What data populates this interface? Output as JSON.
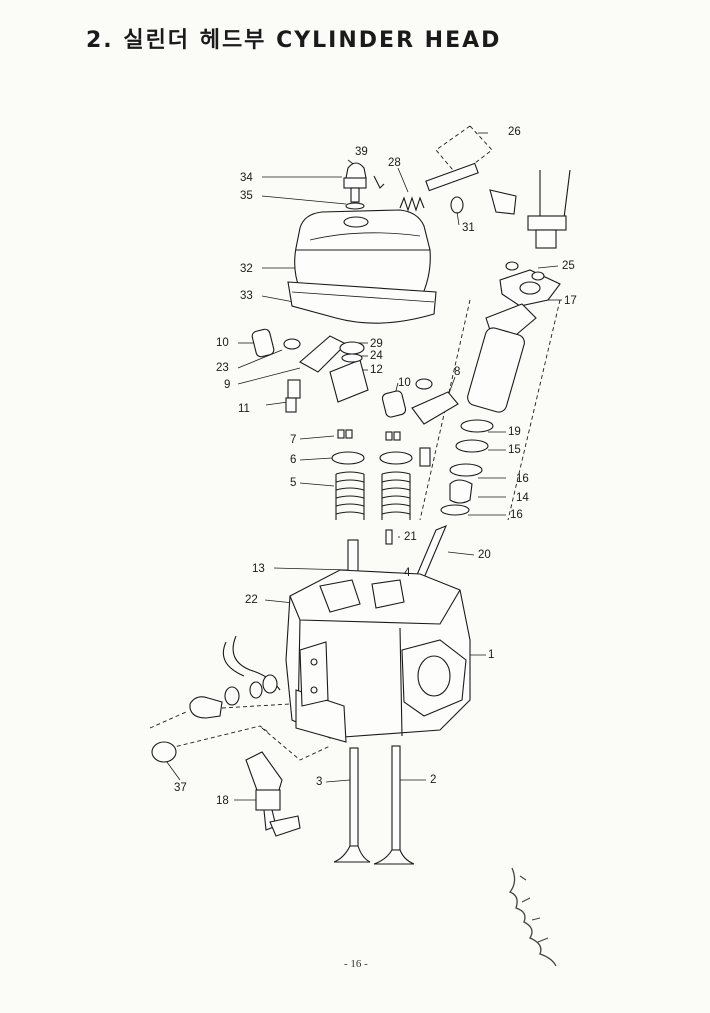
{
  "page": {
    "title": "2. 실린더 헤드부 CYLINDER HEAD",
    "page_number": "- 16 -"
  },
  "callouts": [
    {
      "id": "c39",
      "text": "39"
    },
    {
      "id": "c28",
      "text": "28"
    },
    {
      "id": "c26",
      "text": "26"
    },
    {
      "id": "c34",
      "text": "34"
    },
    {
      "id": "c35",
      "text": "35"
    },
    {
      "id": "c31",
      "text": "31"
    },
    {
      "id": "c25",
      "text": "25"
    },
    {
      "id": "c32",
      "text": "32"
    },
    {
      "id": "c17",
      "text": "17"
    },
    {
      "id": "c33",
      "text": "33"
    },
    {
      "id": "c10a",
      "text": "10"
    },
    {
      "id": "c29",
      "text": "29"
    },
    {
      "id": "c23",
      "text": "23"
    },
    {
      "id": "c24",
      "text": "24"
    },
    {
      "id": "c12",
      "text": "12"
    },
    {
      "id": "c9",
      "text": "9"
    },
    {
      "id": "c10b",
      "text": "10"
    },
    {
      "id": "c8",
      "text": "8"
    },
    {
      "id": "c11",
      "text": "11"
    },
    {
      "id": "c19",
      "text": "19"
    },
    {
      "id": "c7",
      "text": "7"
    },
    {
      "id": "c15",
      "text": "15"
    },
    {
      "id": "c6",
      "text": "6"
    },
    {
      "id": "c16a",
      "text": "16"
    },
    {
      "id": "c5",
      "text": "5"
    },
    {
      "id": "c14",
      "text": "14"
    },
    {
      "id": "c16b",
      "text": "16"
    },
    {
      "id": "c21",
      "text": "21"
    },
    {
      "id": "c20",
      "text": "20"
    },
    {
      "id": "c13",
      "text": "13"
    },
    {
      "id": "c4",
      "text": "4"
    },
    {
      "id": "c22",
      "text": "22"
    },
    {
      "id": "c1",
      "text": "1"
    },
    {
      "id": "c3",
      "text": "3"
    },
    {
      "id": "c2",
      "text": "2"
    },
    {
      "id": "c37",
      "text": "37"
    },
    {
      "id": "c18",
      "text": "18"
    }
  ]
}
